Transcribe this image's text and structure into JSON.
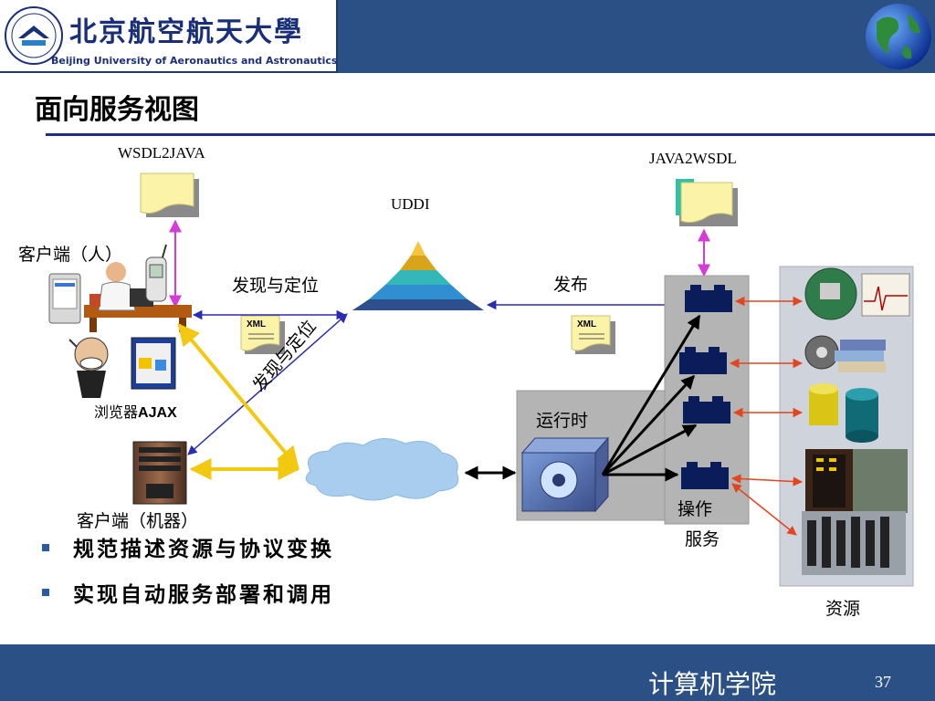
{
  "header": {
    "university_cn": "北京航空航天大學",
    "university_en": "Beijing University of Aeronautics and Astronautics"
  },
  "slide": {
    "title": "面向服务视图"
  },
  "diagram": {
    "wsdl2java": "WSDL2JAVA",
    "java2wsdl": "JAVA2WSDL",
    "uddi": "UDDI",
    "client_person": "客户端（人）",
    "discover_locate": "发现与定位",
    "discover_locate_rotated": "发现与定位",
    "publish": "发布",
    "browser_prefix": "浏览器",
    "browser_suffix": "AJAX",
    "xml_badge_1": "XML",
    "xml_badge_2": "XML",
    "runtime": "运行时",
    "client_machine": "客户端（机器）",
    "operate_service_line1": "操作",
    "operate_service_line2": "服务",
    "resources": "资源"
  },
  "bullets": [
    "规范描述资源与协议变换",
    "实现自动服务部署和调用"
  ],
  "footer": {
    "college": "计算机学院",
    "page_number": "37"
  },
  "colors": {
    "header_bar": "#2b5086",
    "title_rule": "#1d2f86",
    "bullet_square": "#2b5aa0",
    "blue_arrow": "#2b2bb5",
    "yellow_arrow": "#f2c811",
    "magenta_arrow": "#d63bd6",
    "red_arrow": "#e2451f",
    "cloud": "#a9cdee"
  }
}
